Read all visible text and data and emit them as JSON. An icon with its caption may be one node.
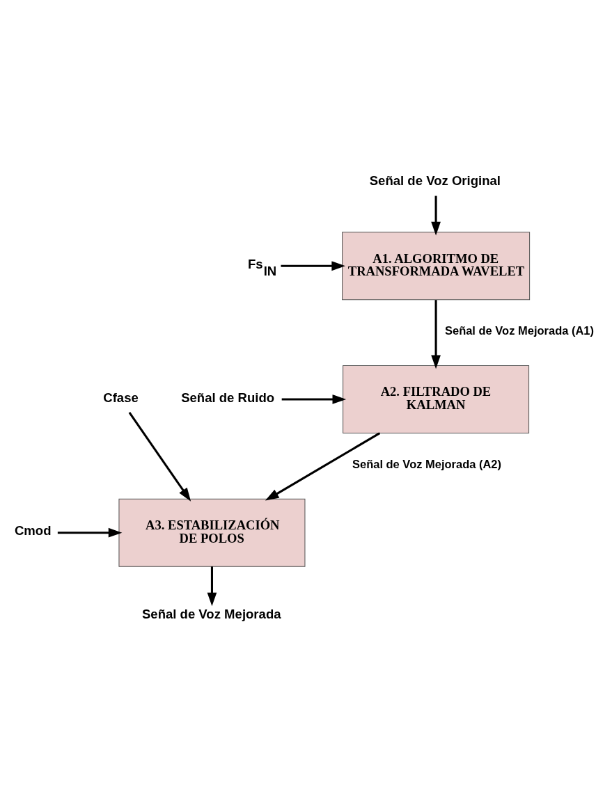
{
  "diagram": {
    "nodes": [
      {
        "text": [
          "Señal de Voz Original"
        ]
      },
      {
        "text": [
          "A1. ALGORITMO DE TRANSFORMADA WAVELET"
        ]
      },
      {
        "text": [
          "Fs$_{IN}$"
        ]
      },
      {
        "text": [
          "A2. FILTRADO DE KALMAN"
        ]
      },
      {
        "text": [
          "Señal de Ruido"
        ]
      },
      {
        "text": [
          "A3. ESTABILIZACIÓN DE POLOS"
        ]
      },
      {
        "text": [
          "Cfase"
        ]
      },
      {
        "text": [
          "Cmod"
        ]
      },
      {
        "text": [
          "Señal de Voz Mejorada"
        ]
      }
    ],
    "edges": [
      {
        "from": 0,
        "to": 1,
        "arrow": "to"
      },
      {
        "from": 2,
        "to": 1,
        "arrow": "to"
      },
      {
        "from": 1,
        "to": 3,
        "label": "Señal de Voz Mejorada (A1)",
        "arrow": "to"
      },
      {
        "from": 4,
        "to": 3,
        "arrow": "to"
      },
      {
        "from": 3,
        "to": 5,
        "label": "Señal de Voz Mejorada (A2)",
        "arrow": "to"
      },
      {
        "from": 6,
        "to": 5,
        "arrow": "to"
      },
      {
        "from": 7,
        "to": 5,
        "arrow": "to"
      },
      {
        "from": 5,
        "to": 8,
        "arrow": "to"
      }
    ]
  }
}
